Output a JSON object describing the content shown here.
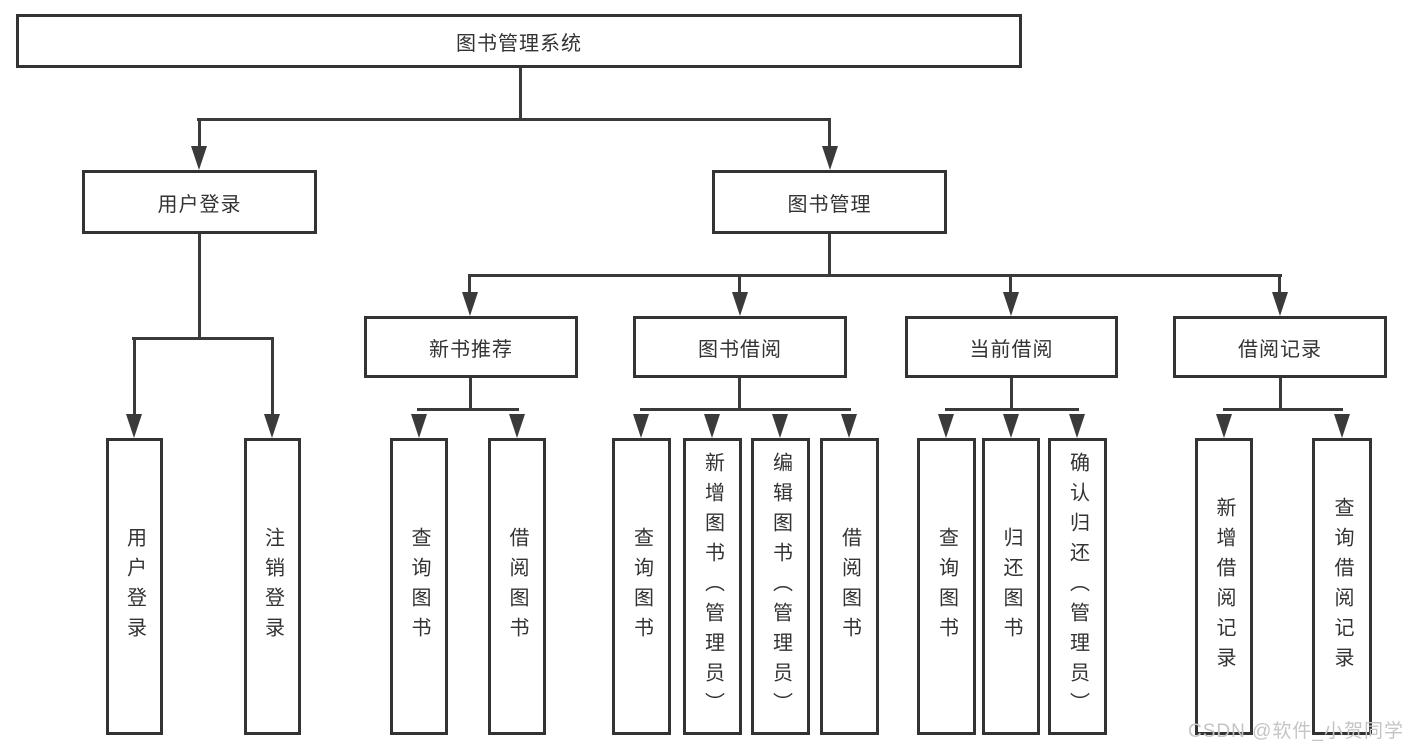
{
  "diagram": {
    "type": "tree",
    "root": {
      "label": "图书管理系统"
    },
    "branches": [
      {
        "label": "用户登录",
        "children": [
          {
            "label": "用户登录"
          },
          {
            "label": "注销登录"
          }
        ]
      },
      {
        "label": "图书管理",
        "children": [
          {
            "label": "新书推荐",
            "children": [
              {
                "label": "查询图书"
              },
              {
                "label": "借阅图书"
              }
            ]
          },
          {
            "label": "图书借阅",
            "children": [
              {
                "label": "查询图书"
              },
              {
                "label": "新增图书（管理员）"
              },
              {
                "label": "编辑图书（管理员）"
              },
              {
                "label": "借阅图书"
              }
            ]
          },
          {
            "label": "当前借阅",
            "children": [
              {
                "label": "查询图书"
              },
              {
                "label": "归还图书"
              },
              {
                "label": "确认归还（管理员）"
              }
            ]
          },
          {
            "label": "借阅记录",
            "children": [
              {
                "label": "新增借阅记录"
              },
              {
                "label": "查询借阅记录"
              }
            ]
          }
        ]
      }
    ]
  },
  "watermark": {
    "text": "CSDN @软件_小贺同学"
  },
  "colors": {
    "background": "#ffffff",
    "line": "#3a3a3a",
    "box_border": "#333333",
    "text": "#333333",
    "watermark": "#c5c5c5"
  }
}
